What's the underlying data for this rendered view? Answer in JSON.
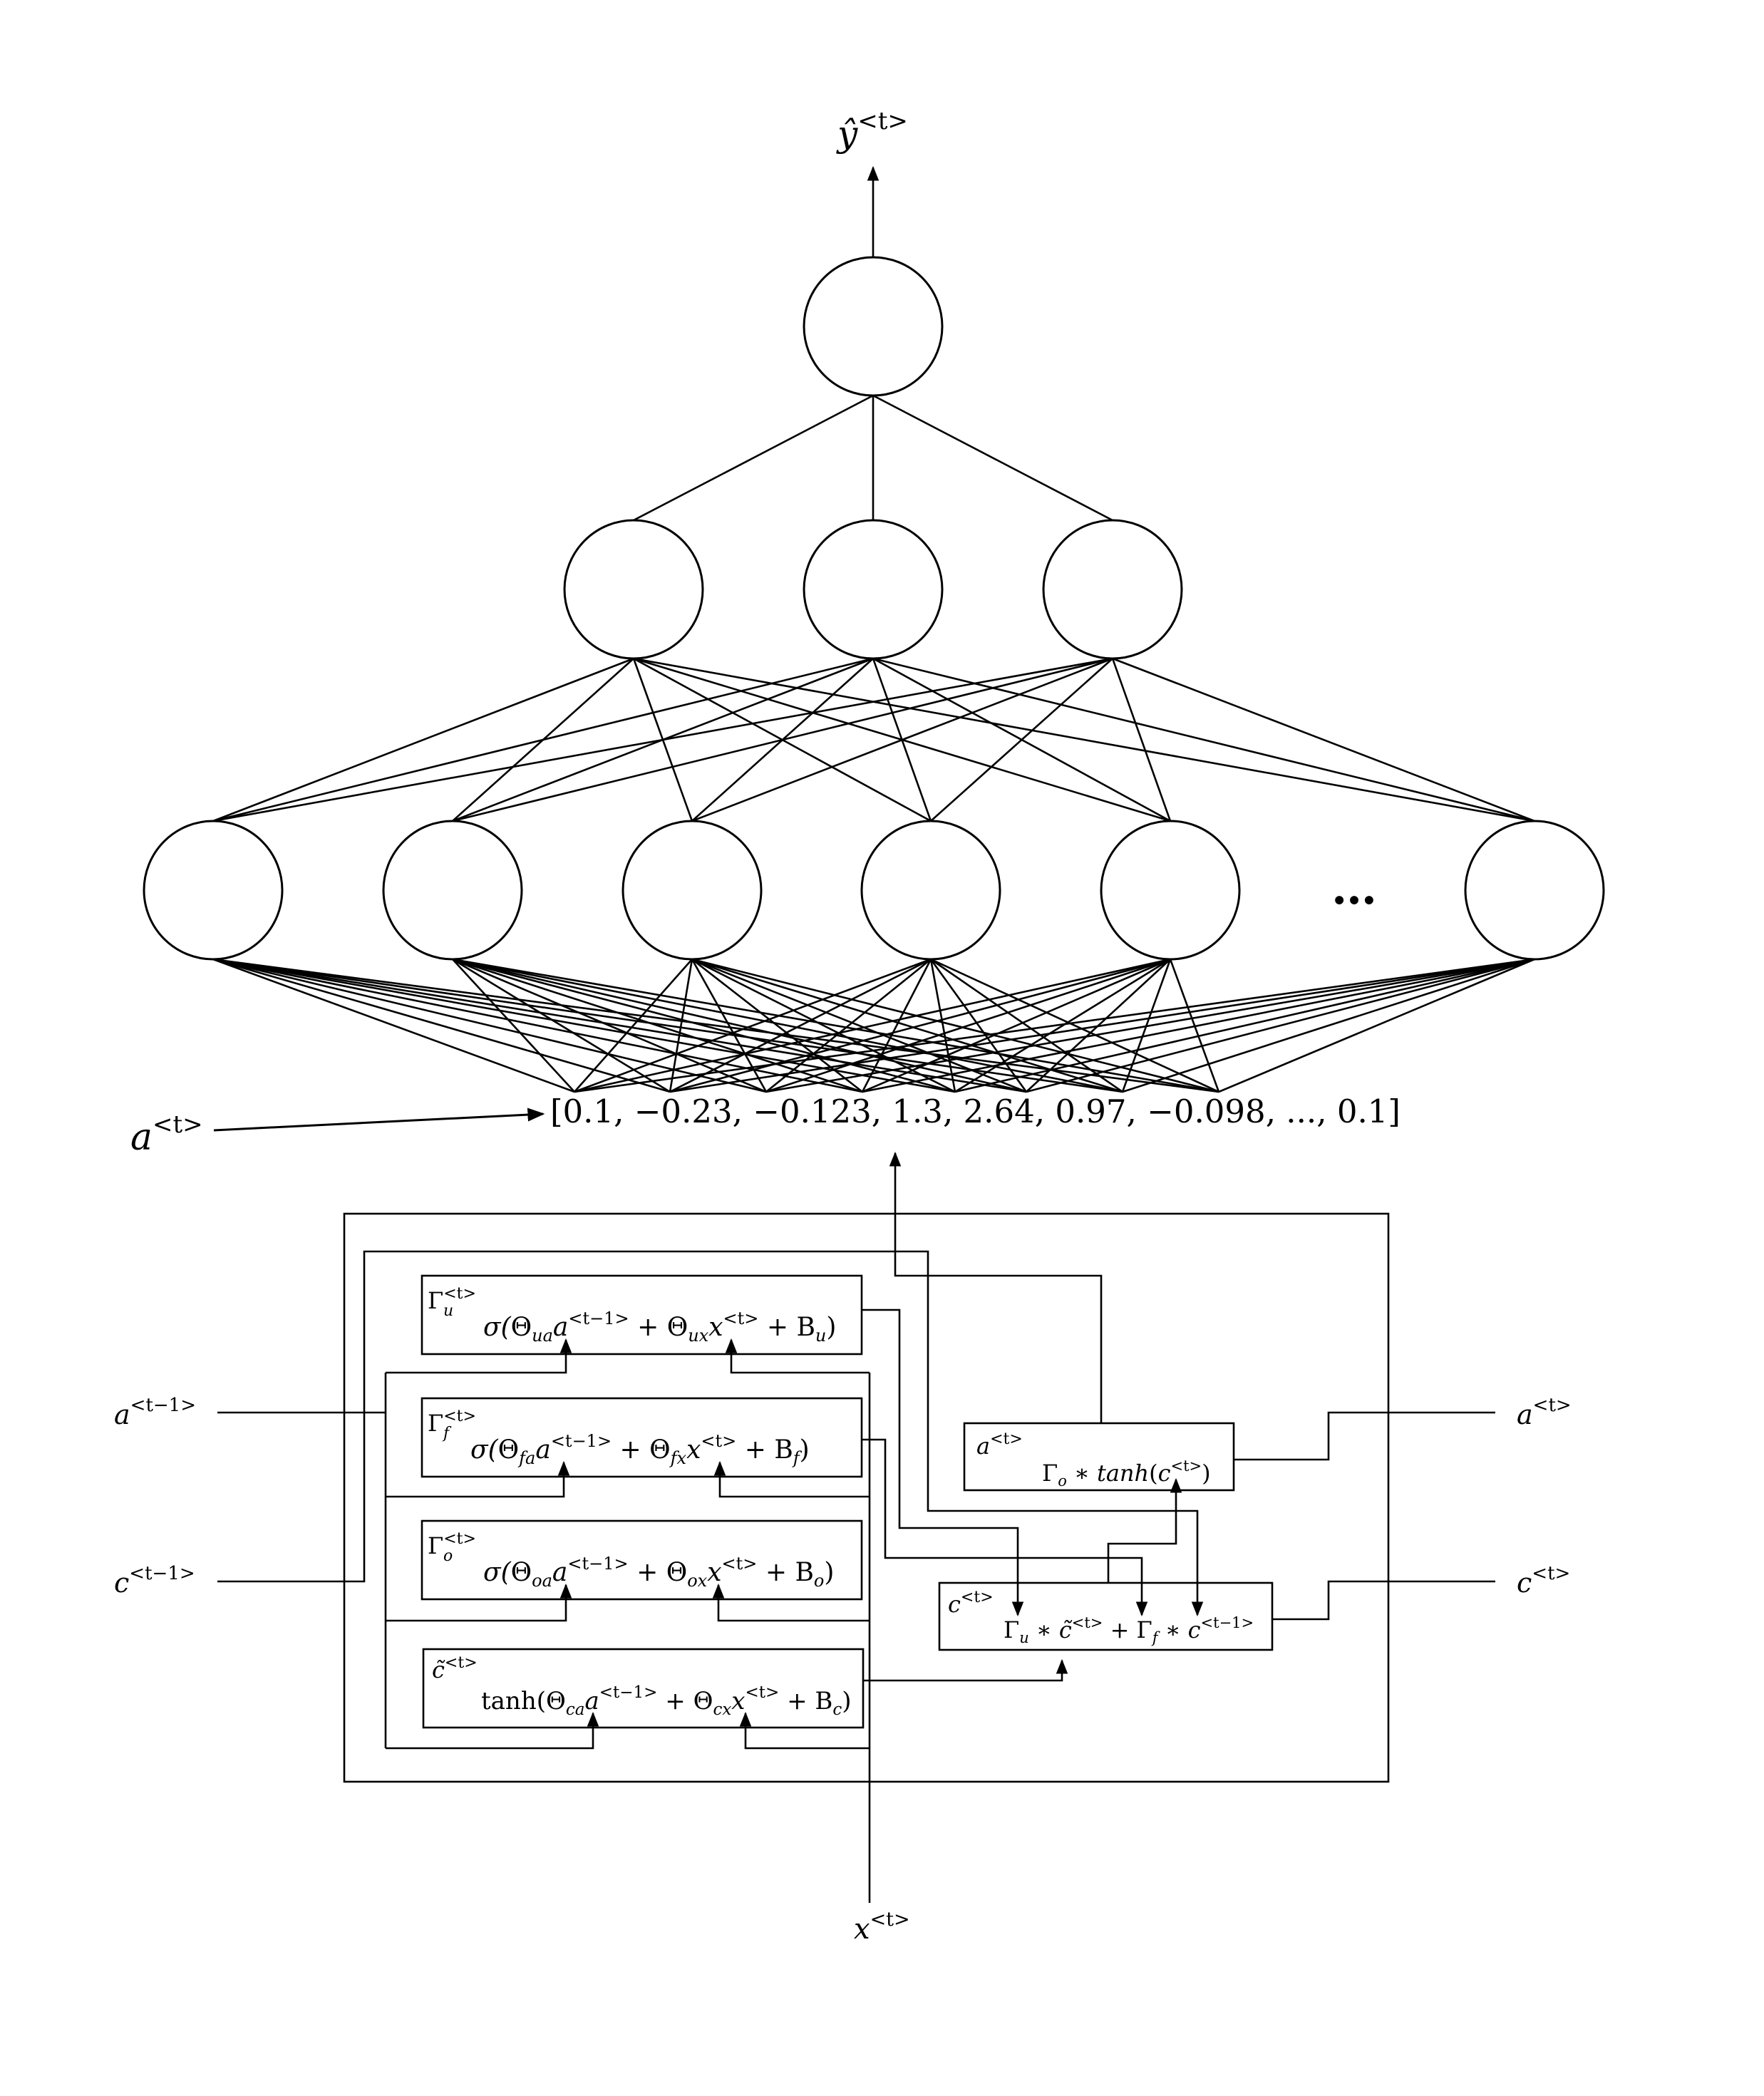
{
  "output_label": {
    "base": "ŷ",
    "sup": "<t>"
  },
  "ellipsis": "…",
  "activation_vector": "[0.1, −0.23, −0.123, 1.3, 2.64, 0.97, −0.098, ..., 0.1]",
  "activation_label": {
    "base": "a",
    "sup": "<t>"
  },
  "inputs": {
    "a_prev": {
      "base": "a",
      "sup": "<t−1>"
    },
    "c_prev": {
      "base": "c",
      "sup": "<t−1>"
    },
    "x": {
      "base": "x",
      "sup": "<t>"
    }
  },
  "outputs": {
    "a": {
      "base": "a",
      "sup": "<t>"
    },
    "c": {
      "base": "c",
      "sup": "<t>"
    }
  },
  "gates": {
    "update": {
      "label": {
        "base": "Γ",
        "sub": "u",
        "sup": "<t>"
      },
      "f": "σ(",
      "w1": "Θ",
      "w1_sub": "ua",
      "v1": "a",
      "v1_sup": "<t−1>",
      "plus1": " + ",
      "w2": "Θ",
      "w2_sub": "ux",
      "v2": "x",
      "v2_sup": "<t>",
      "plus2": " + ",
      "b": "B",
      "b_sub": "u",
      "close": ")"
    },
    "forget": {
      "label": {
        "base": "Γ",
        "sub": "f",
        "sup": "<t>"
      },
      "f": "σ(",
      "w1": "Θ",
      "w1_sub": "fa",
      "v1": "a",
      "v1_sup": "<t−1>",
      "plus1": " + ",
      "w2": "Θ",
      "w2_sub": "fx",
      "v2": "x",
      "v2_sup": "<t>",
      "plus2": " + ",
      "b": "B",
      "b_sub": "f",
      "close": ")"
    },
    "output": {
      "label": {
        "base": "Γ",
        "sub": "o",
        "sup": "<t>"
      },
      "f": "σ(",
      "w1": "Θ",
      "w1_sub": "oa",
      "v1": "a",
      "v1_sup": "<t−1>",
      "plus1": " + ",
      "w2": "Θ",
      "w2_sub": "ox",
      "v2": "x",
      "v2_sup": "<t>",
      "plus2": " + ",
      "b": "B",
      "b_sub": "o",
      "close": ")"
    },
    "candidate": {
      "label": {
        "base": "c̃",
        "sup": "<t>"
      },
      "f": "tanh(",
      "w1": "Θ",
      "w1_sub": "ca",
      "v1": "a",
      "v1_sup": "<t−1>",
      "plus1": " + ",
      "w2": "Θ",
      "w2_sub": "cx",
      "v2": "x",
      "v2_sup": "<t>",
      "plus2": " + ",
      "b": "B",
      "b_sub": "c",
      "close": ")"
    }
  },
  "hidden_box": {
    "label": {
      "base": "a",
      "sup": "<t>"
    },
    "g": "Γ",
    "g_sub": "o",
    "star": " ∗ ",
    "fn": "tanh",
    "open": "(",
    "c": "c",
    "c_sup": "<t>",
    "close": ")"
  },
  "cell_box": {
    "label": {
      "base": "c",
      "sup": "<t>"
    },
    "g1": "Γ",
    "g1_sub": "u",
    "star1": " ∗ ",
    "ct": "c̃",
    "ct_sup": "<t>",
    "plus": " + ",
    "g2": "Γ",
    "g2_sub": "f",
    "star2": " ∗ ",
    "cp": "c",
    "cp_sup": "<t−1>"
  }
}
